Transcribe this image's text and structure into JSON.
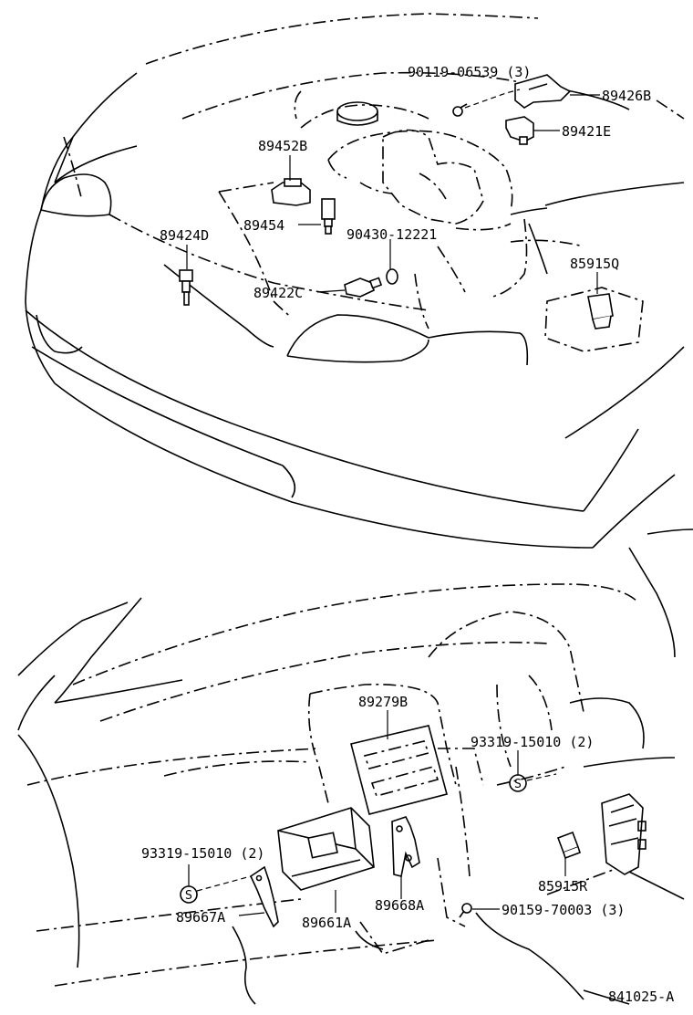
{
  "diagram_code": "841025-A",
  "labels": {
    "p90119": "90119-06539 (3)",
    "p89426B": "89426B",
    "p89421E": "89421E",
    "p89452B": "89452B",
    "p89454": "89454",
    "p89424D": "89424D",
    "p90430": "90430-12221",
    "p85915Q": "85915Q",
    "p89422C": "89422C",
    "p89279B": "89279B",
    "p93319_right": "93319-15010 (2)",
    "p93319_left": "93319-15010 (2)",
    "p85915R": "85915R",
    "p89667A": "89667A",
    "p89661A": "89661A",
    "p89668A": "89668A",
    "p90159": "90159-70003 (3)",
    "s_symbol": "S"
  }
}
